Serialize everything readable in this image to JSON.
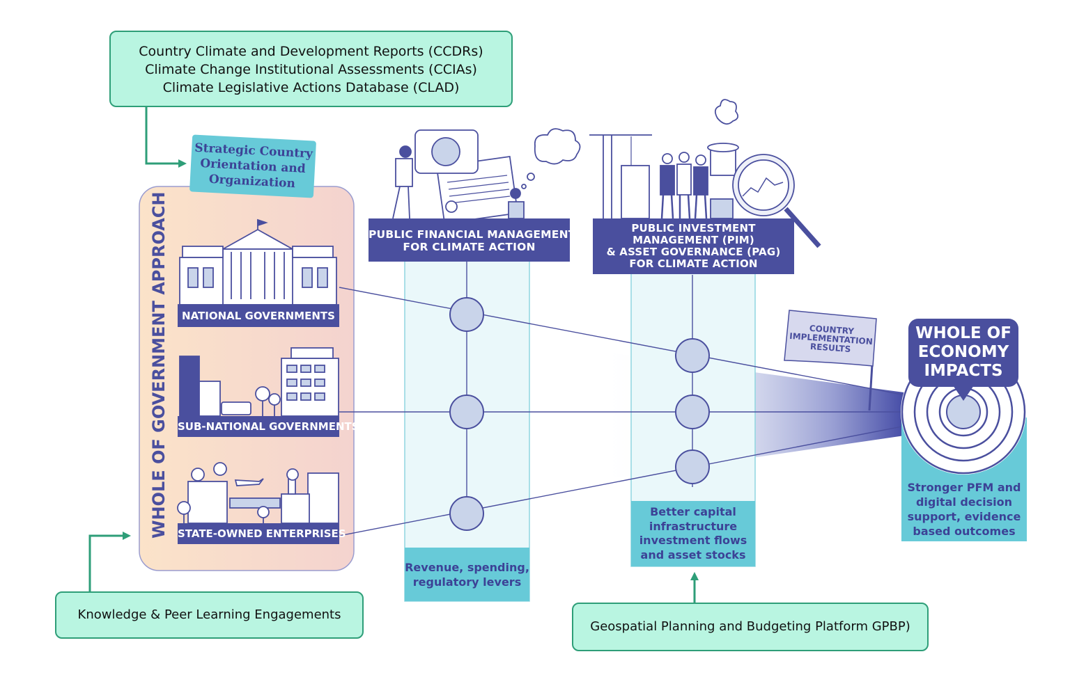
{
  "top_box": {
    "lines": [
      "Country Climate and Development Reports (CCDRs)",
      "Climate Change Institutional Assessments (CCIAs)",
      "Climate Legislative Actions Database (CLAD)"
    ]
  },
  "strategic_tag": {
    "lines": [
      "Strategic Country",
      "Orientation and",
      "Organization"
    ]
  },
  "wog_panel": {
    "vertical_title": "WHOLE OF GOVERNMENT APPROACH",
    "levels": [
      {
        "label": "NATIONAL GOVERNMENTS",
        "icon": "government-building-icon"
      },
      {
        "label": "SUB-NATIONAL GOVERNMENTS",
        "icon": "city-buildings-icon"
      },
      {
        "label": "STATE-OWNED ENTERPRISES",
        "icon": "industry-icon"
      }
    ]
  },
  "pfm": {
    "title_lines": [
      "PUBLIC FINANCIAL MANAGEMENT",
      "FOR CLIMATE ACTION"
    ],
    "footer_lines": [
      "Revenue, spending,",
      "regulatory levers"
    ],
    "icon": "finance-documents-icon"
  },
  "pim": {
    "title_lines": [
      "PUBLIC INVESTMENT",
      "MANAGEMENT (PIM)",
      "& ASSET GOVERNANCE (PAG)",
      "FOR CLIMATE ACTION"
    ],
    "footer_lines": [
      "Better capital",
      "infrastructure",
      "investment flows",
      "and asset stocks"
    ],
    "icon": "construction-workers-icon"
  },
  "flag": {
    "lines": [
      "COUNTRY",
      "IMPLEMENTATION",
      "RESULTS"
    ]
  },
  "impact": {
    "title_lines": [
      "WHOLE OF",
      "ECONOMY",
      "IMPACTS"
    ],
    "footer_lines": [
      "Stronger PFM and",
      "digital decision",
      "support, evidence",
      "based outcomes"
    ],
    "icon": "target-icon"
  },
  "bottom_left_box": {
    "label": "Knowledge & Peer Learning Engagements"
  },
  "bottom_right_box": {
    "label": "Geospatial Planning and Budgeting Platform GPBP)"
  },
  "colors": {
    "navy": "#4a4f9e",
    "teal": "#67cad8",
    "mint": "#b9f5e1",
    "green_border": "#2e9e78",
    "node_fill": "#c9d4ea",
    "panel_gradient_start": "#fbe2c8",
    "panel_gradient_end": "#f3d2cd"
  }
}
